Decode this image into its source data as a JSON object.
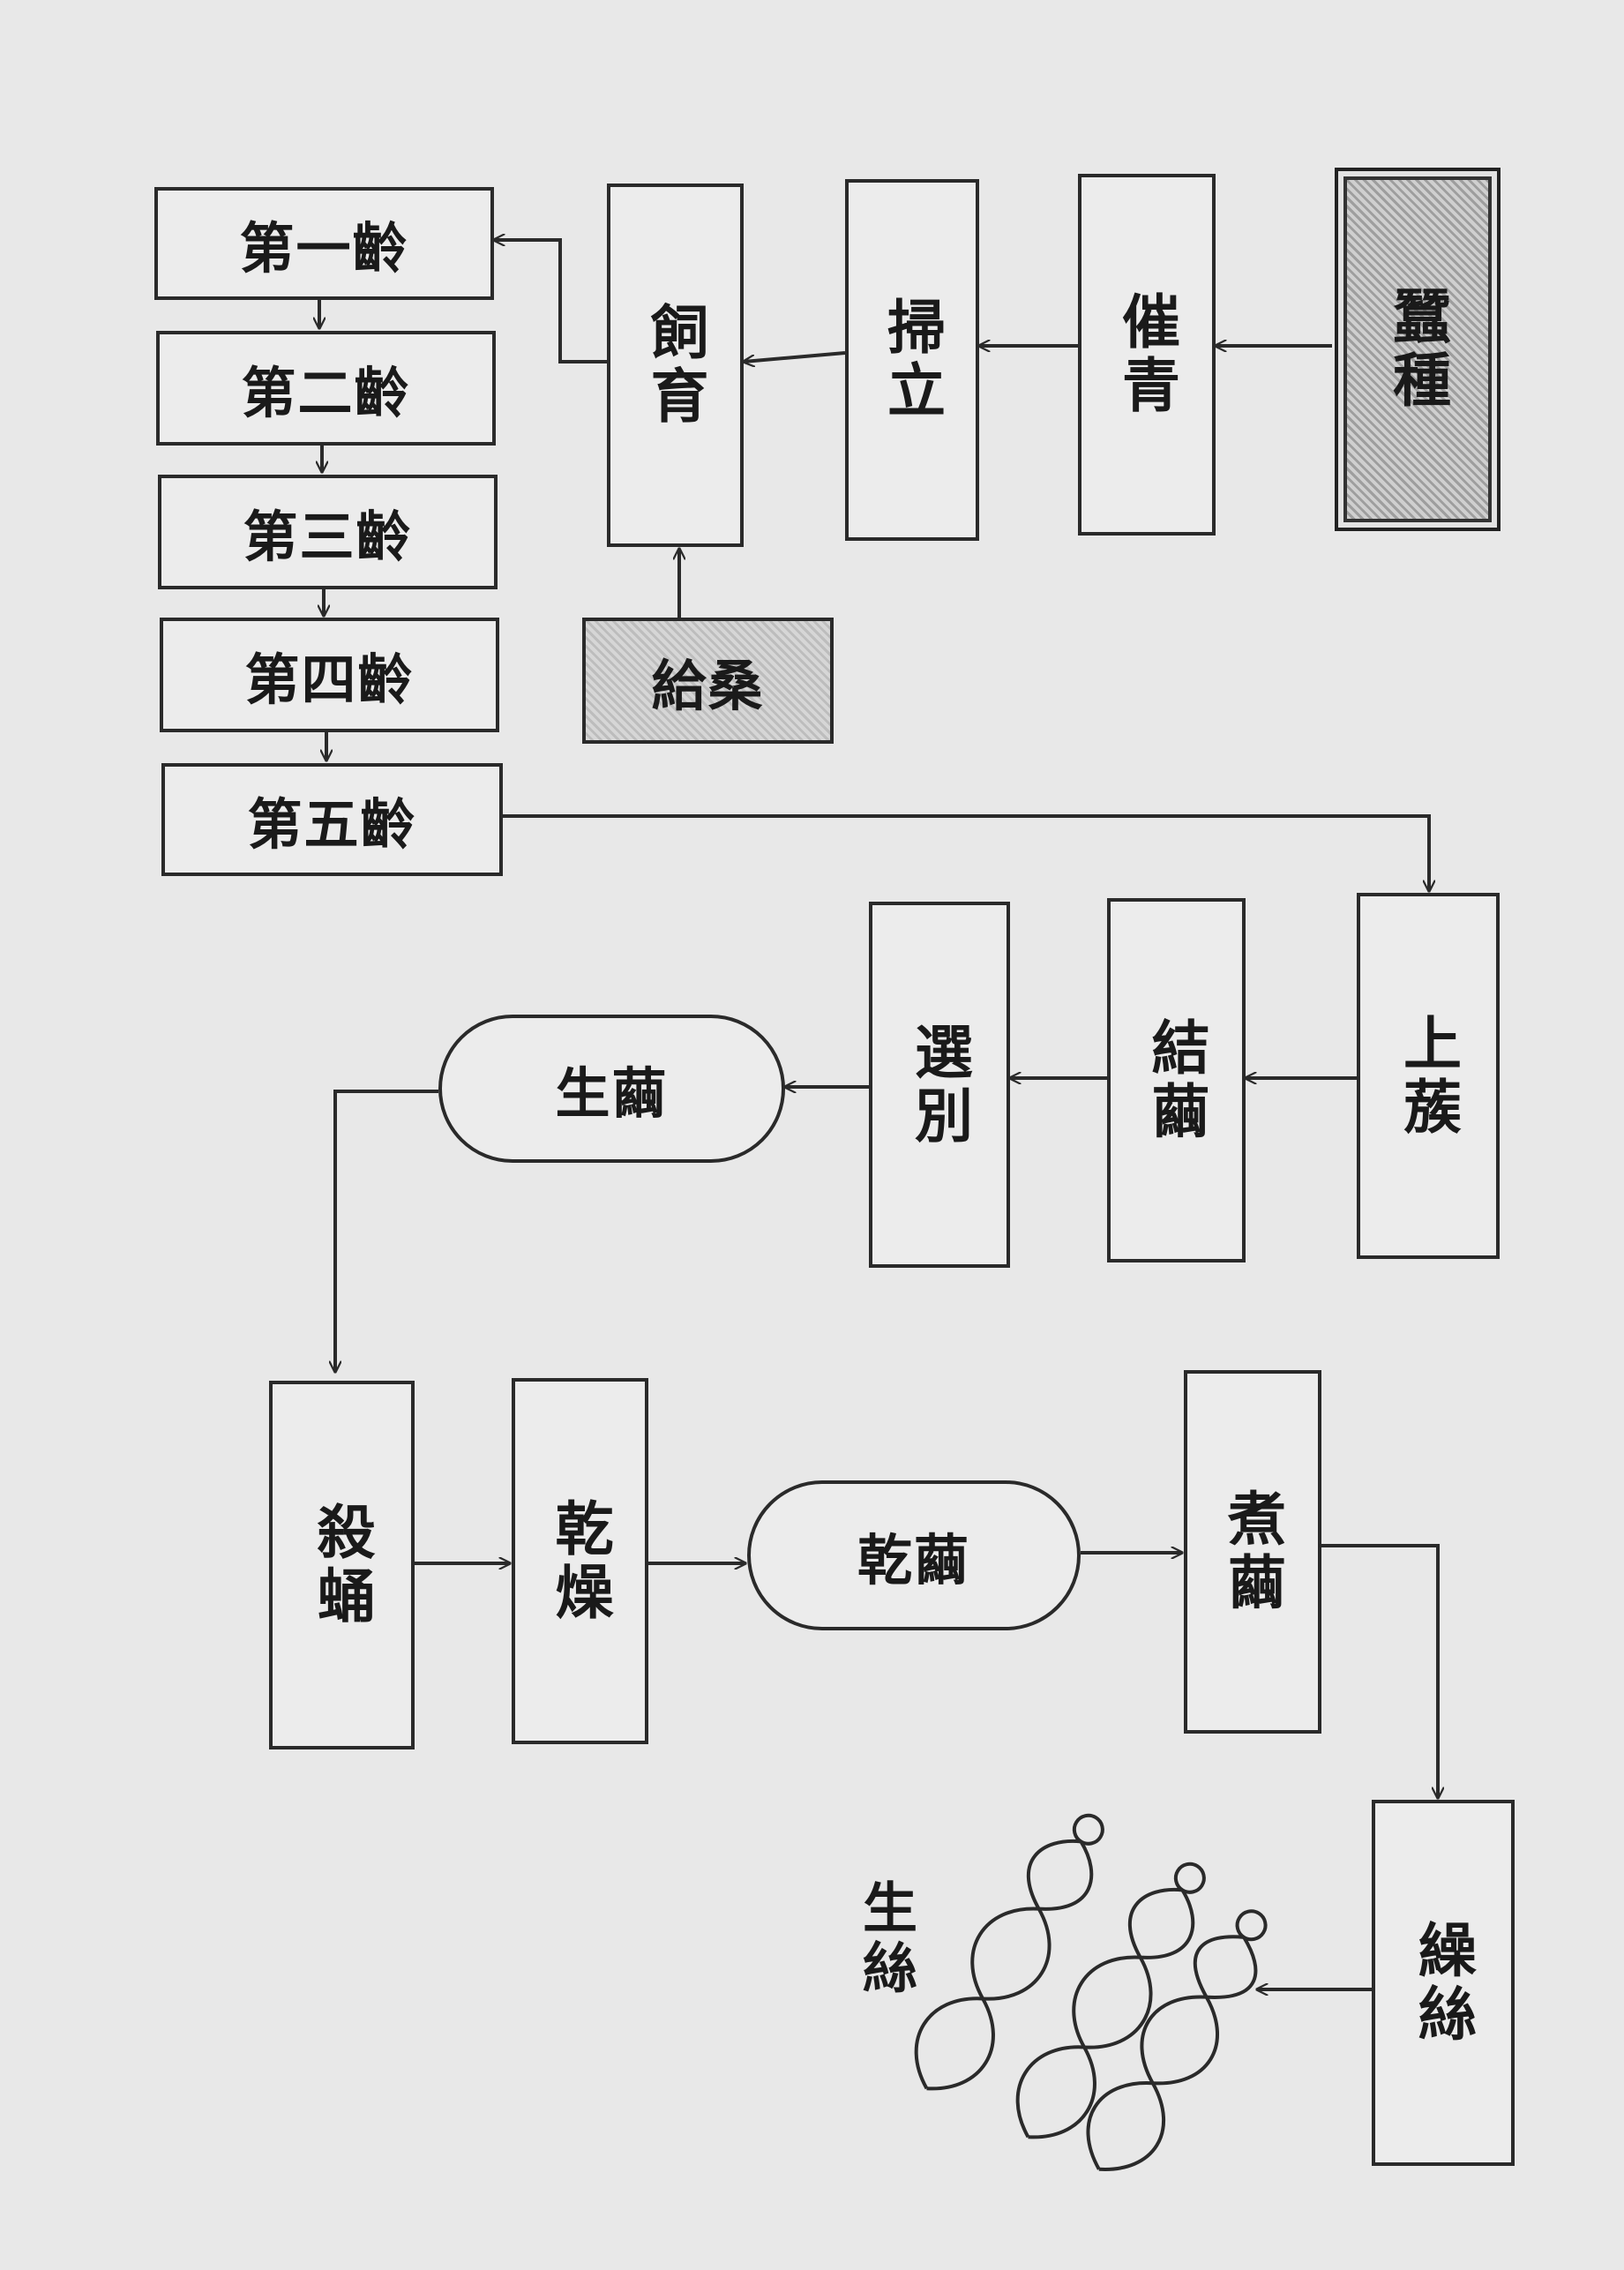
{
  "nodes": {
    "silkworm_eggs": "蠶種",
    "incubation": "催青",
    "hatching_brush": "掃立",
    "rearing": "飼育",
    "mulberry_feeding": "給桑",
    "instar_1": "第一齡",
    "instar_2": "第二齡",
    "instar_3": "第三齡",
    "instar_4": "第四齡",
    "instar_5": "第五齡",
    "mounting": "上蔟",
    "cocoon_spinning": "結繭",
    "sorting": "選別",
    "fresh_cocoon": "生繭",
    "pupa_killing": "殺蛹",
    "drying": "乾燥",
    "dried_cocoon": "乾繭",
    "cocoon_boiling": "煮繭",
    "reeling": "繰絲",
    "raw_silk": "生絲"
  },
  "colors": {
    "ink": "#2a2a2a",
    "paper": "#e8e8e8",
    "box": "#ececec"
  }
}
